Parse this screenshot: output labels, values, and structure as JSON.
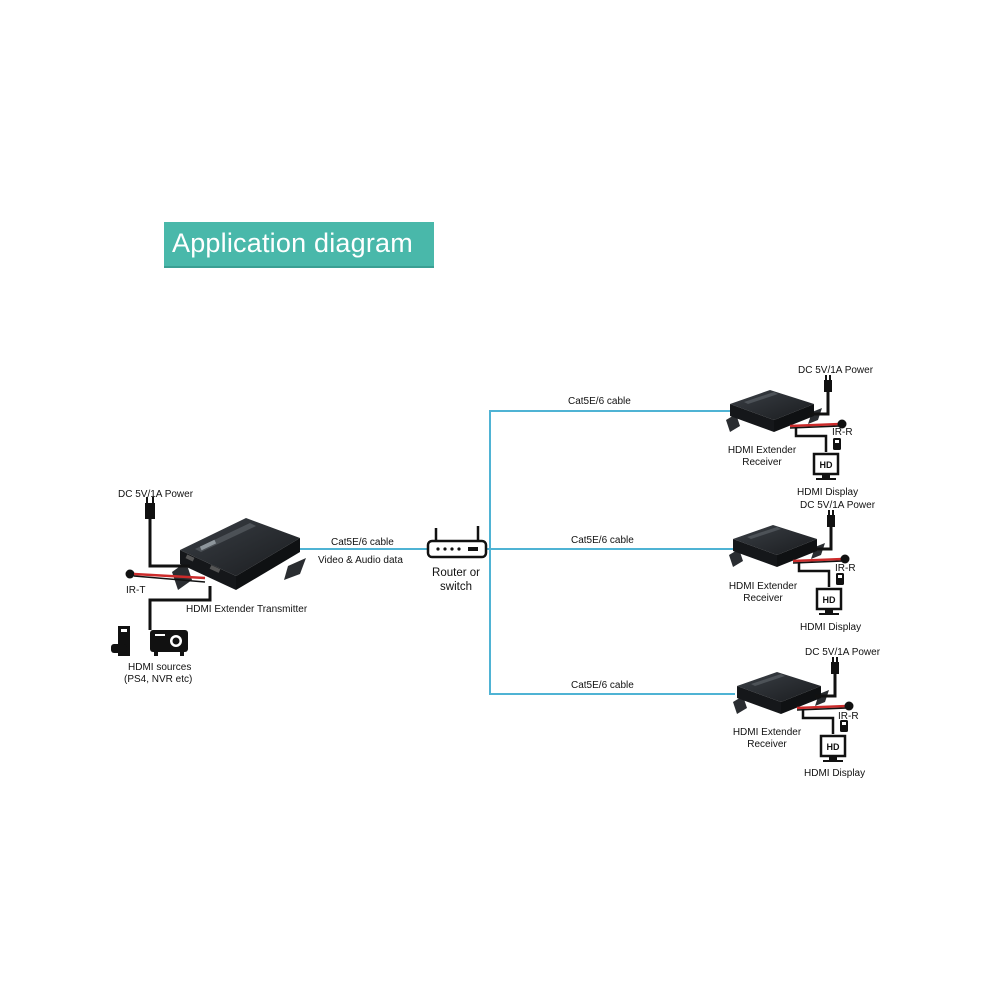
{
  "title": "Application diagram",
  "colors": {
    "banner": "#49b8aa",
    "cable": "#4fb3d4",
    "device": "#1f2226",
    "power_cable": "#111111",
    "ir_cable_red": "#cc2b2b"
  },
  "transmitter": {
    "power_label": "DC 5V/1A Power",
    "ir_label": "IR-T",
    "device_label": "HDMI Extender Transmitter",
    "sources_label_line1": "HDMI sources",
    "sources_label_line2": "(PS4, NVR etc)",
    "source_icons": [
      "game-console-icon",
      "projector-icon"
    ]
  },
  "link": {
    "cable_label": "Cat5E/6 cable",
    "data_label": "Video & Audio data"
  },
  "router": {
    "label_line1": "Router or",
    "label_line2": "switch",
    "icon": "router-icon"
  },
  "receivers": [
    {
      "cable_label": "Cat5E/6 cable",
      "power_label": "DC 5V/1A Power",
      "ir_label": "IR-R",
      "device_label_line1": "HDMI Extender",
      "device_label_line2": "Receiver",
      "display_label": "HDMI Display",
      "display_badge": "HD"
    },
    {
      "cable_label": "Cat5E/6 cable",
      "power_label": "DC 5V/1A Power",
      "ir_label": "IR-R",
      "device_label_line1": "HDMI Extender",
      "device_label_line2": "Receiver",
      "display_label": "HDMI Display",
      "display_badge": "HD"
    },
    {
      "cable_label": "Cat5E/6 cable",
      "power_label": "DC 5V/1A Power",
      "ir_label": "IR-R",
      "device_label_line1": "HDMI Extender",
      "device_label_line2": "Receiver",
      "display_label": "HDMI Display",
      "display_badge": "HD"
    }
  ]
}
